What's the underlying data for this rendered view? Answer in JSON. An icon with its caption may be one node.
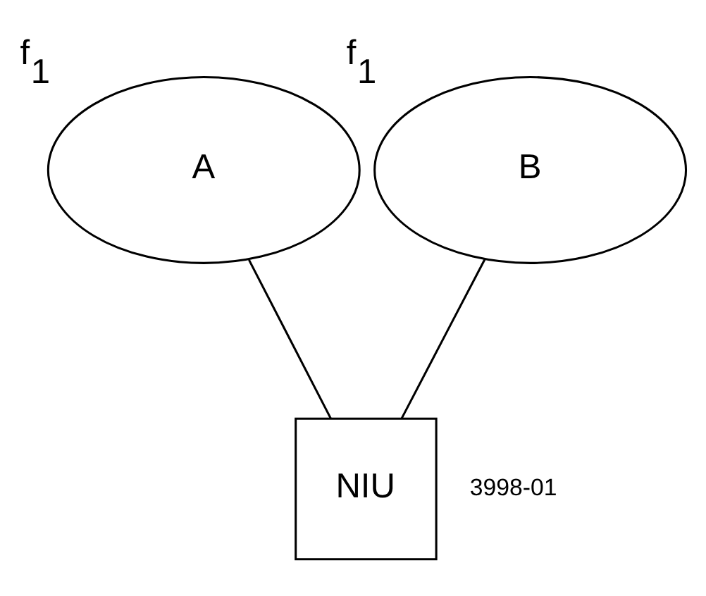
{
  "diagram": {
    "nodes": [
      {
        "text": [
          "A"
        ],
        "beside": [
          "f$_{1}$"
        ]
      },
      {
        "text": [
          "B"
        ],
        "beside": [
          "f$_{1}$"
        ]
      },
      {
        "text": [
          "NIU"
        ]
      }
    ],
    "edges": [
      {
        "from": 0,
        "to": 2,
        "arrow": "none"
      },
      {
        "from": 1,
        "to": 2,
        "arrow": "none"
      }
    ],
    "labels": [
      "3998-01"
    ]
  }
}
